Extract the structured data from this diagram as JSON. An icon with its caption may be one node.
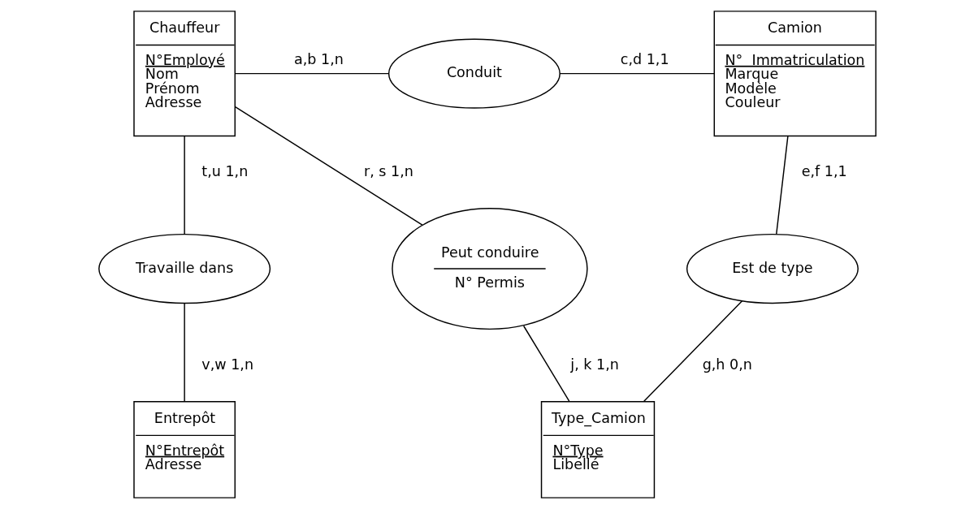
{
  "diagram": {
    "nodes": [
      {
        "text": [
          "Chauffeur",
          "N°Employé",
          "Nom",
          "Prénom",
          "Adresse"
        ]
      },
      {
        "text": [
          "Conduit"
        ]
      },
      {
        "text": [
          "Camion",
          "N°  Immatriculation",
          "Marque",
          "Modèle",
          "Couleur"
        ]
      },
      {
        "text": [
          "Travaille dans"
        ]
      },
      {
        "text": [
          "Peut conduire",
          "N° Permis"
        ]
      },
      {
        "text": [
          "Est de type"
        ]
      },
      {
        "text": [
          "Entrepôt",
          "N°Entrepôt",
          "Adresse"
        ]
      },
      {
        "text": [
          "Type_Camion",
          "N°Type",
          "Libellé"
        ]
      }
    ],
    "edges": [
      {
        "from": 0,
        "to": 1,
        "arrow": "none",
        "label": "a,b 1,n"
      },
      {
        "from": 1,
        "to": 2,
        "arrow": "none",
        "label": "c,d 1,1"
      },
      {
        "from": 0,
        "to": 4,
        "arrow": "none",
        "label": "r, s 1,n"
      },
      {
        "from": 0,
        "to": 3,
        "arrow": "none",
        "label": "t,u 1,n"
      },
      {
        "from": 3,
        "to": 6,
        "arrow": "none",
        "label": "v,w 1,n"
      },
      {
        "from": 2,
        "to": 5,
        "arrow": "none",
        "label": "e,f 1,1"
      },
      {
        "from": 5,
        "to": 7,
        "arrow": "none",
        "label": "g,h 0,n"
      },
      {
        "from": 4,
        "to": 7,
        "arrow": "none",
        "label": "j, k 1,n"
      }
    ]
  }
}
